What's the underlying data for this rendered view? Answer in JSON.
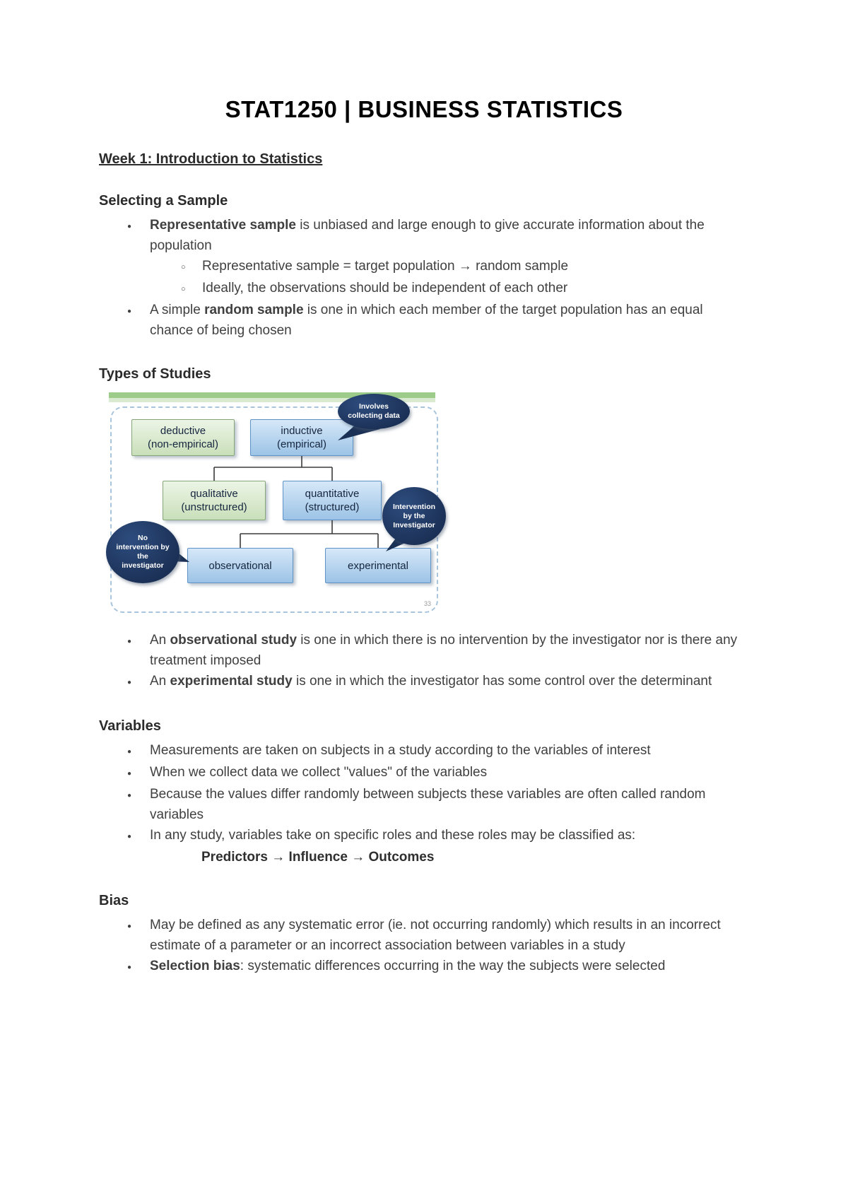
{
  "page": {
    "title": "STAT1250 | BUSINESS STATISTICS",
    "week_heading": "Week 1: Introduction to Statistics"
  },
  "sections": {
    "selecting_sample": {
      "heading": "Selecting a Sample",
      "b1": {
        "r1": "Representative sample",
        "r2": " is unbiased and large enough to give accurate information about the population"
      },
      "b1_sub1": "Representative sample = target population → random sample",
      "b1_sub2": "Ideally, the observations should be independent of each other",
      "b2": {
        "r1": "A simple ",
        "r2": "random sample",
        "r3": " is one in which each member of the target population has an equal chance of being chosen"
      }
    },
    "types_of_studies": {
      "heading": "Types of Studies",
      "diagram": {
        "deductive": "deductive\n(non-empirical)",
        "inductive": "inductive\n(empirical)",
        "qualitative": "qualitative\n(unstructured)",
        "quantitative": "quantitative\n(structured)",
        "observational": "observational",
        "experimental": "experimental",
        "bubble_top": "Involves\ncollecting data",
        "bubble_right": "Intervention\nby the\nInvestigator",
        "bubble_left": "No\nintervention by\nthe\ninvestigator",
        "page_number": "33"
      },
      "b1": {
        "r1": "An ",
        "r2": "observational study",
        "r3": " is one in which there is no intervention by the investigator nor is there any treatment imposed"
      },
      "b2": {
        "r1": "An ",
        "r2": "experimental study",
        "r3": " is one in which the investigator has some control over the determinant"
      }
    },
    "variables": {
      "heading": "Variables",
      "b1": "Measurements are taken on subjects in a study according to the variables of interest",
      "b2": "When we collect data we collect \"values\" of the variables",
      "b3": "Because the values differ randomly between subjects these variables are often called random variables",
      "b4": "In any study, variables take on specific roles and these roles may be classified as:",
      "b4_line": "Predictors → Influence → Outcomes"
    },
    "bias": {
      "heading": "Bias",
      "b1": "May be defined as any systematic error (ie. not occurring randomly) which results in an incorrect estimate of a parameter or an incorrect association between variables in a study",
      "b2": {
        "r1": "Selection bias",
        "r2": ": systematic  differences occurring in the way the subjects were selected"
      }
    }
  }
}
